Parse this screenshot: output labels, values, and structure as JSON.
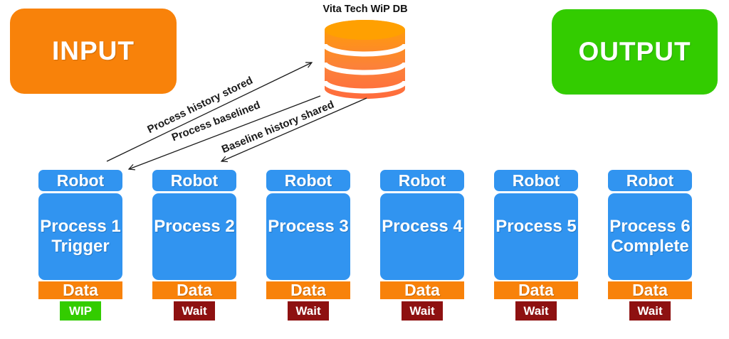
{
  "input": {
    "label": "INPUT"
  },
  "output": {
    "label": "OUTPUT"
  },
  "database": {
    "label": "Vita Tech WiP DB"
  },
  "arrows": [
    {
      "label": "Process history stored",
      "direction": "robots-to-db"
    },
    {
      "label": "Process baselined",
      "direction": "db-to-robot1"
    },
    {
      "label": "Baseline history shared",
      "direction": "db-to-robot2"
    }
  ],
  "columns": [
    {
      "robot": "Robot",
      "process": "Process 1",
      "subtitle": "Trigger",
      "data": "Data",
      "status": "WIP",
      "status_color": "#33CC00"
    },
    {
      "robot": "Robot",
      "process": "Process 2",
      "subtitle": "",
      "data": "Data",
      "status": "Wait",
      "status_color": "#8E1111"
    },
    {
      "robot": "Robot",
      "process": "Process 3",
      "subtitle": "",
      "data": "Data",
      "status": "Wait",
      "status_color": "#8E1111"
    },
    {
      "robot": "Robot",
      "process": "Process 4",
      "subtitle": "",
      "data": "Data",
      "status": "Wait",
      "status_color": "#8E1111"
    },
    {
      "robot": "Robot",
      "process": "Process 5",
      "subtitle": "",
      "data": "Data",
      "status": "Wait",
      "status_color": "#8E1111"
    },
    {
      "robot": "Robot",
      "process": "Process 6",
      "subtitle": "Complete",
      "data": "Data",
      "status": "Wait",
      "status_color": "#8E1111"
    }
  ],
  "colors": {
    "orange": "#F8820A",
    "blue": "#3194F0",
    "green": "#33CC00",
    "dark_red": "#8E1111",
    "db_gradient_top": "#FFA001",
    "db_gradient_bottom": "#FF6B3D"
  }
}
